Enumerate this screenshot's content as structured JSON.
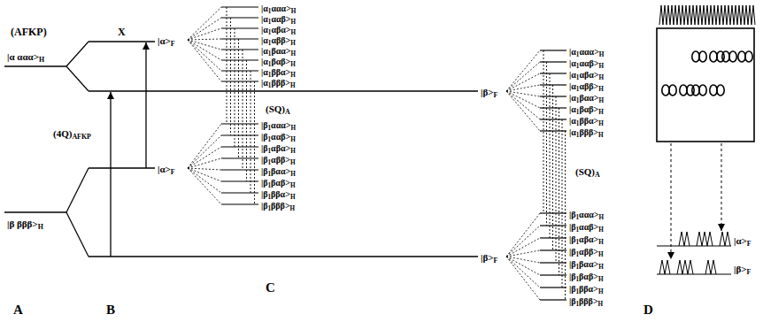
{
  "diagram": {
    "labels": [
      "(AFKP)",
      "|α ααα>H",
      "|β βββ>H",
      "X",
      "|α>F",
      "(4Q)AFKP",
      "|α>F",
      "|α1ααα>H",
      "|α1ααβ>H",
      "|α1αβα>H",
      "|α1αββ>H",
      "|α1βαα>H",
      "|α1βαβ>H",
      "|α1ββα>H",
      "|α1βββ>H",
      "(SQ)A",
      "|β1ααα>H",
      "|β1ααβ>H",
      "|β1αβα>H",
      "|β1αββ>H",
      "|β1βαα>H",
      "|β1βαβ>H",
      "|β1ββα>H",
      "|β1βββ>H",
      "|β>F",
      "|α1ααα>H",
      "|α1ααβ>H",
      "|α1αβα>H",
      "|α1αββ>H",
      "|α1βαα>H",
      "|α1βαβ>H",
      "|α1ββα>H",
      "|α1βββ>H",
      "(SQ)A",
      "|β>F",
      "|β1ααα>H",
      "|β1ααβ>H",
      "|β1αβα>H",
      "|β1αββ>H",
      "|β1βαα>H",
      "|β1βαβ>H",
      "|β1ββα>H",
      "|β1βββ>H",
      "|α>F",
      "|β>F",
      "A",
      "B",
      "C",
      "D"
    ]
  }
}
